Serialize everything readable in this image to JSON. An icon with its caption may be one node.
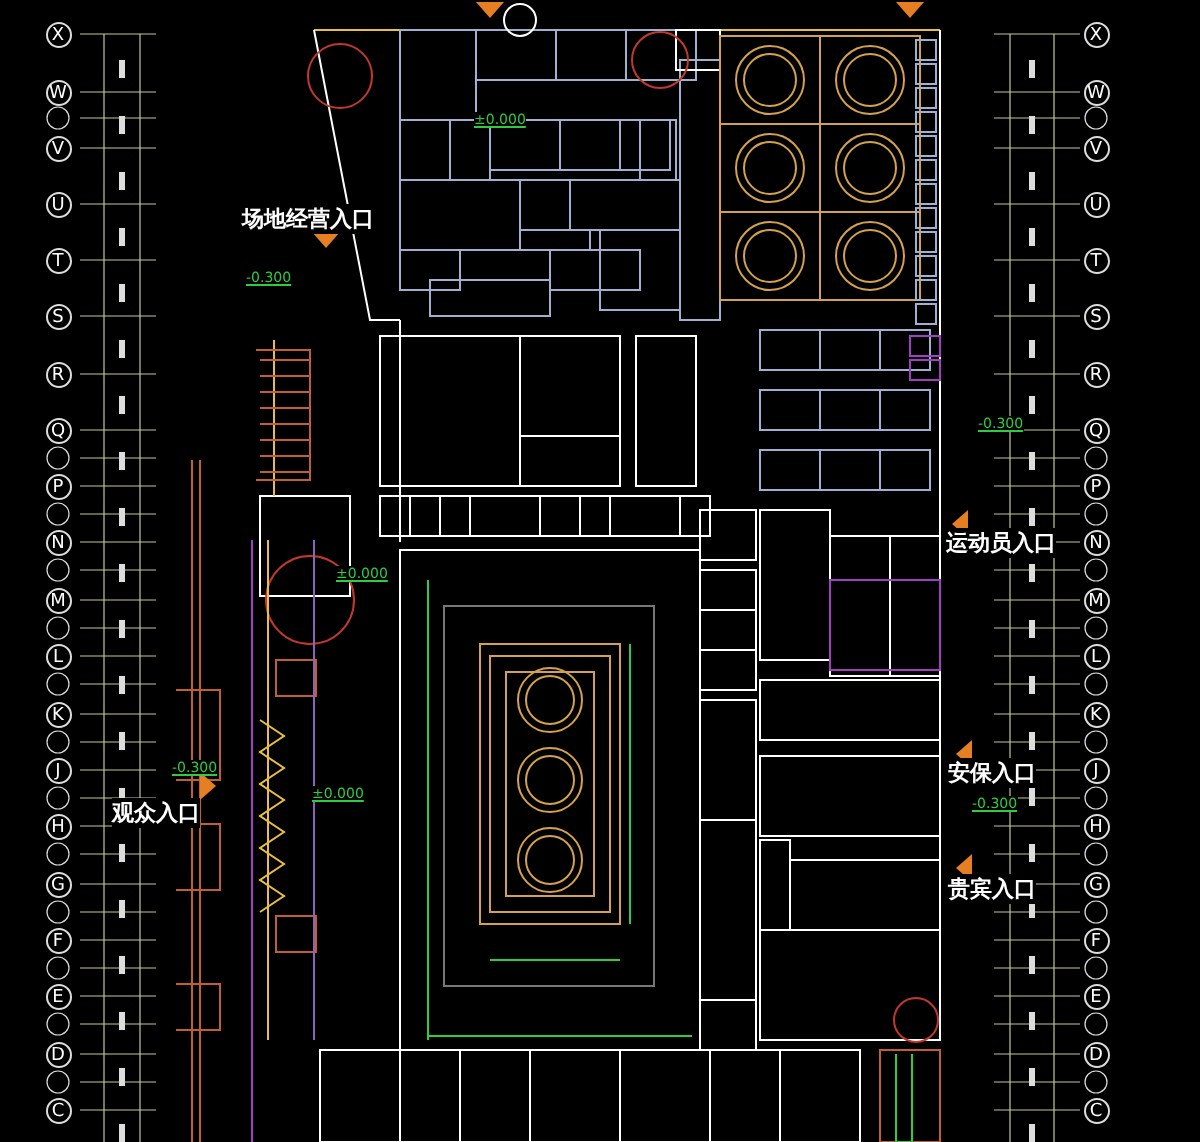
{
  "diagram": {
    "labels": [
      "场地经营入口",
      "运动员入口",
      "观众入口",
      "安保入口",
      "贵宾入口",
      "-0.300",
      "±0.000",
      "±0.000",
      "-0.300",
      "±0.000",
      "-0.300",
      "-0.300",
      "X",
      "W",
      "V",
      "U",
      "T",
      "S",
      "R",
      "Q",
      "P",
      "N",
      "M",
      "L",
      "K",
      "J",
      "H",
      "G",
      "F",
      "E",
      "D",
      "C",
      "X",
      "W",
      "V",
      "U",
      "T",
      "S",
      "R",
      "Q",
      "P",
      "N",
      "M",
      "L",
      "K",
      "J",
      "H",
      "G",
      "F",
      "E",
      "D",
      "C"
    ]
  }
}
